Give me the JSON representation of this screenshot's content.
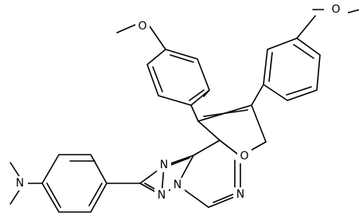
{
  "labels": {
    "n_dimethyl": "N",
    "n_triazole_top": "N",
    "n_triazole_bottom_left": "N",
    "n_triazole_bridge": "N",
    "n_pyrimidine": "N",
    "o_furan": "O",
    "o_methoxy_left": "O",
    "o_methoxy_right": "O"
  }
}
